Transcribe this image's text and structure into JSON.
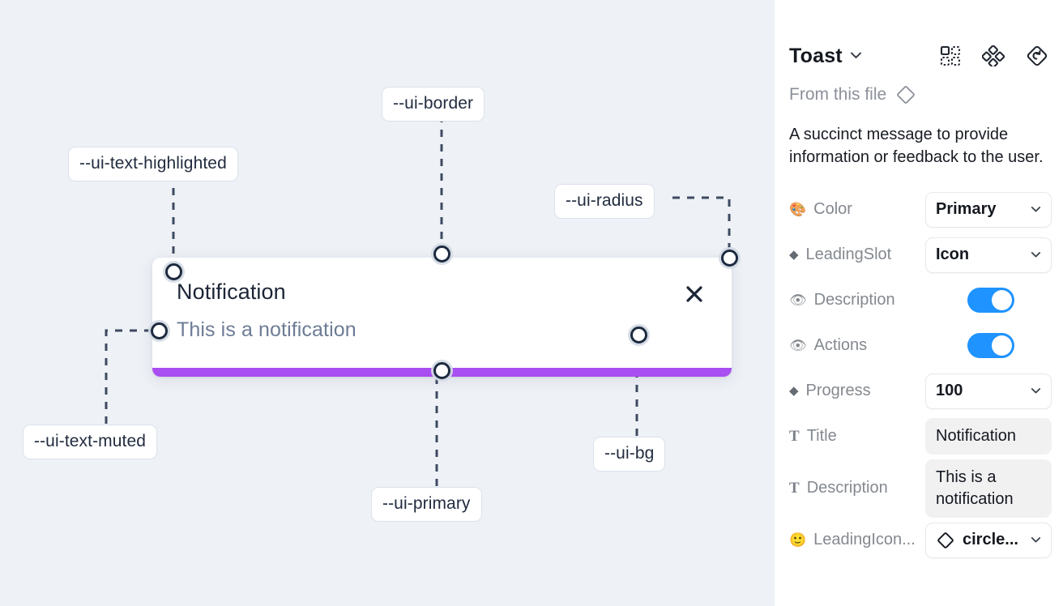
{
  "canvas": {
    "background_color": "#eef1f6",
    "annotations": [
      {
        "id": "ui-text-highlighted",
        "label": "--ui-text-highlighted"
      },
      {
        "id": "ui-border",
        "label": "--ui-border"
      },
      {
        "id": "ui-radius",
        "label": "--ui-radius"
      },
      {
        "id": "ui-text-muted",
        "label": "--ui-text-muted"
      },
      {
        "id": "ui-primary",
        "label": "--ui-primary"
      },
      {
        "id": "ui-bg",
        "label": "--ui-bg"
      }
    ]
  },
  "toast": {
    "title": "Notification",
    "description": "This is a notification",
    "close_icon": "close-icon",
    "progress_color": "#a94ef0",
    "background_color": "#ffffff"
  },
  "panel": {
    "title": "Toast",
    "title_chevron": "chevron-down-icon",
    "header_icons": [
      {
        "name": "component-set-icon"
      },
      {
        "name": "variants-icon"
      },
      {
        "name": "reset-instance-icon"
      }
    ],
    "from_file_label": "From this file",
    "from_file_icon": "diamond-icon",
    "description": "A succinct message to provide information or feedback to the user.",
    "properties": [
      {
        "icon": "palette-emoji",
        "icon_glyph": "🎨",
        "icon_kind": "emoji",
        "label": "Color",
        "control": "select",
        "value": "Primary"
      },
      {
        "icon": "diamond-icon",
        "icon_glyph": "◆",
        "icon_kind": "diamond",
        "label": "LeadingSlot",
        "control": "select",
        "value": "Icon"
      },
      {
        "icon": "eye-emoji",
        "icon_glyph": "👁",
        "icon_kind": "emoji",
        "label": "Description",
        "control": "toggle",
        "value": "on"
      },
      {
        "icon": "eye-emoji",
        "icon_glyph": "👁",
        "icon_kind": "emoji",
        "label": "Actions",
        "control": "toggle",
        "value": "on"
      },
      {
        "icon": "diamond-icon",
        "icon_glyph": "◆",
        "icon_kind": "diamond",
        "label": "Progress",
        "control": "select",
        "value": "100"
      },
      {
        "icon": "text-icon",
        "icon_glyph": "T",
        "icon_kind": "t",
        "label": "Title",
        "control": "textfield",
        "value": "Notification"
      },
      {
        "icon": "text-icon",
        "icon_glyph": "T",
        "icon_kind": "t",
        "label": "Description",
        "control": "textfield",
        "value": "This is a notification"
      },
      {
        "icon": "smiley-emoji",
        "icon_glyph": "🙂",
        "icon_kind": "emoji",
        "label": "LeadingIcon...",
        "control": "select-icon",
        "value": "circle..."
      }
    ],
    "toggle_on_color": "#1f93ff"
  }
}
